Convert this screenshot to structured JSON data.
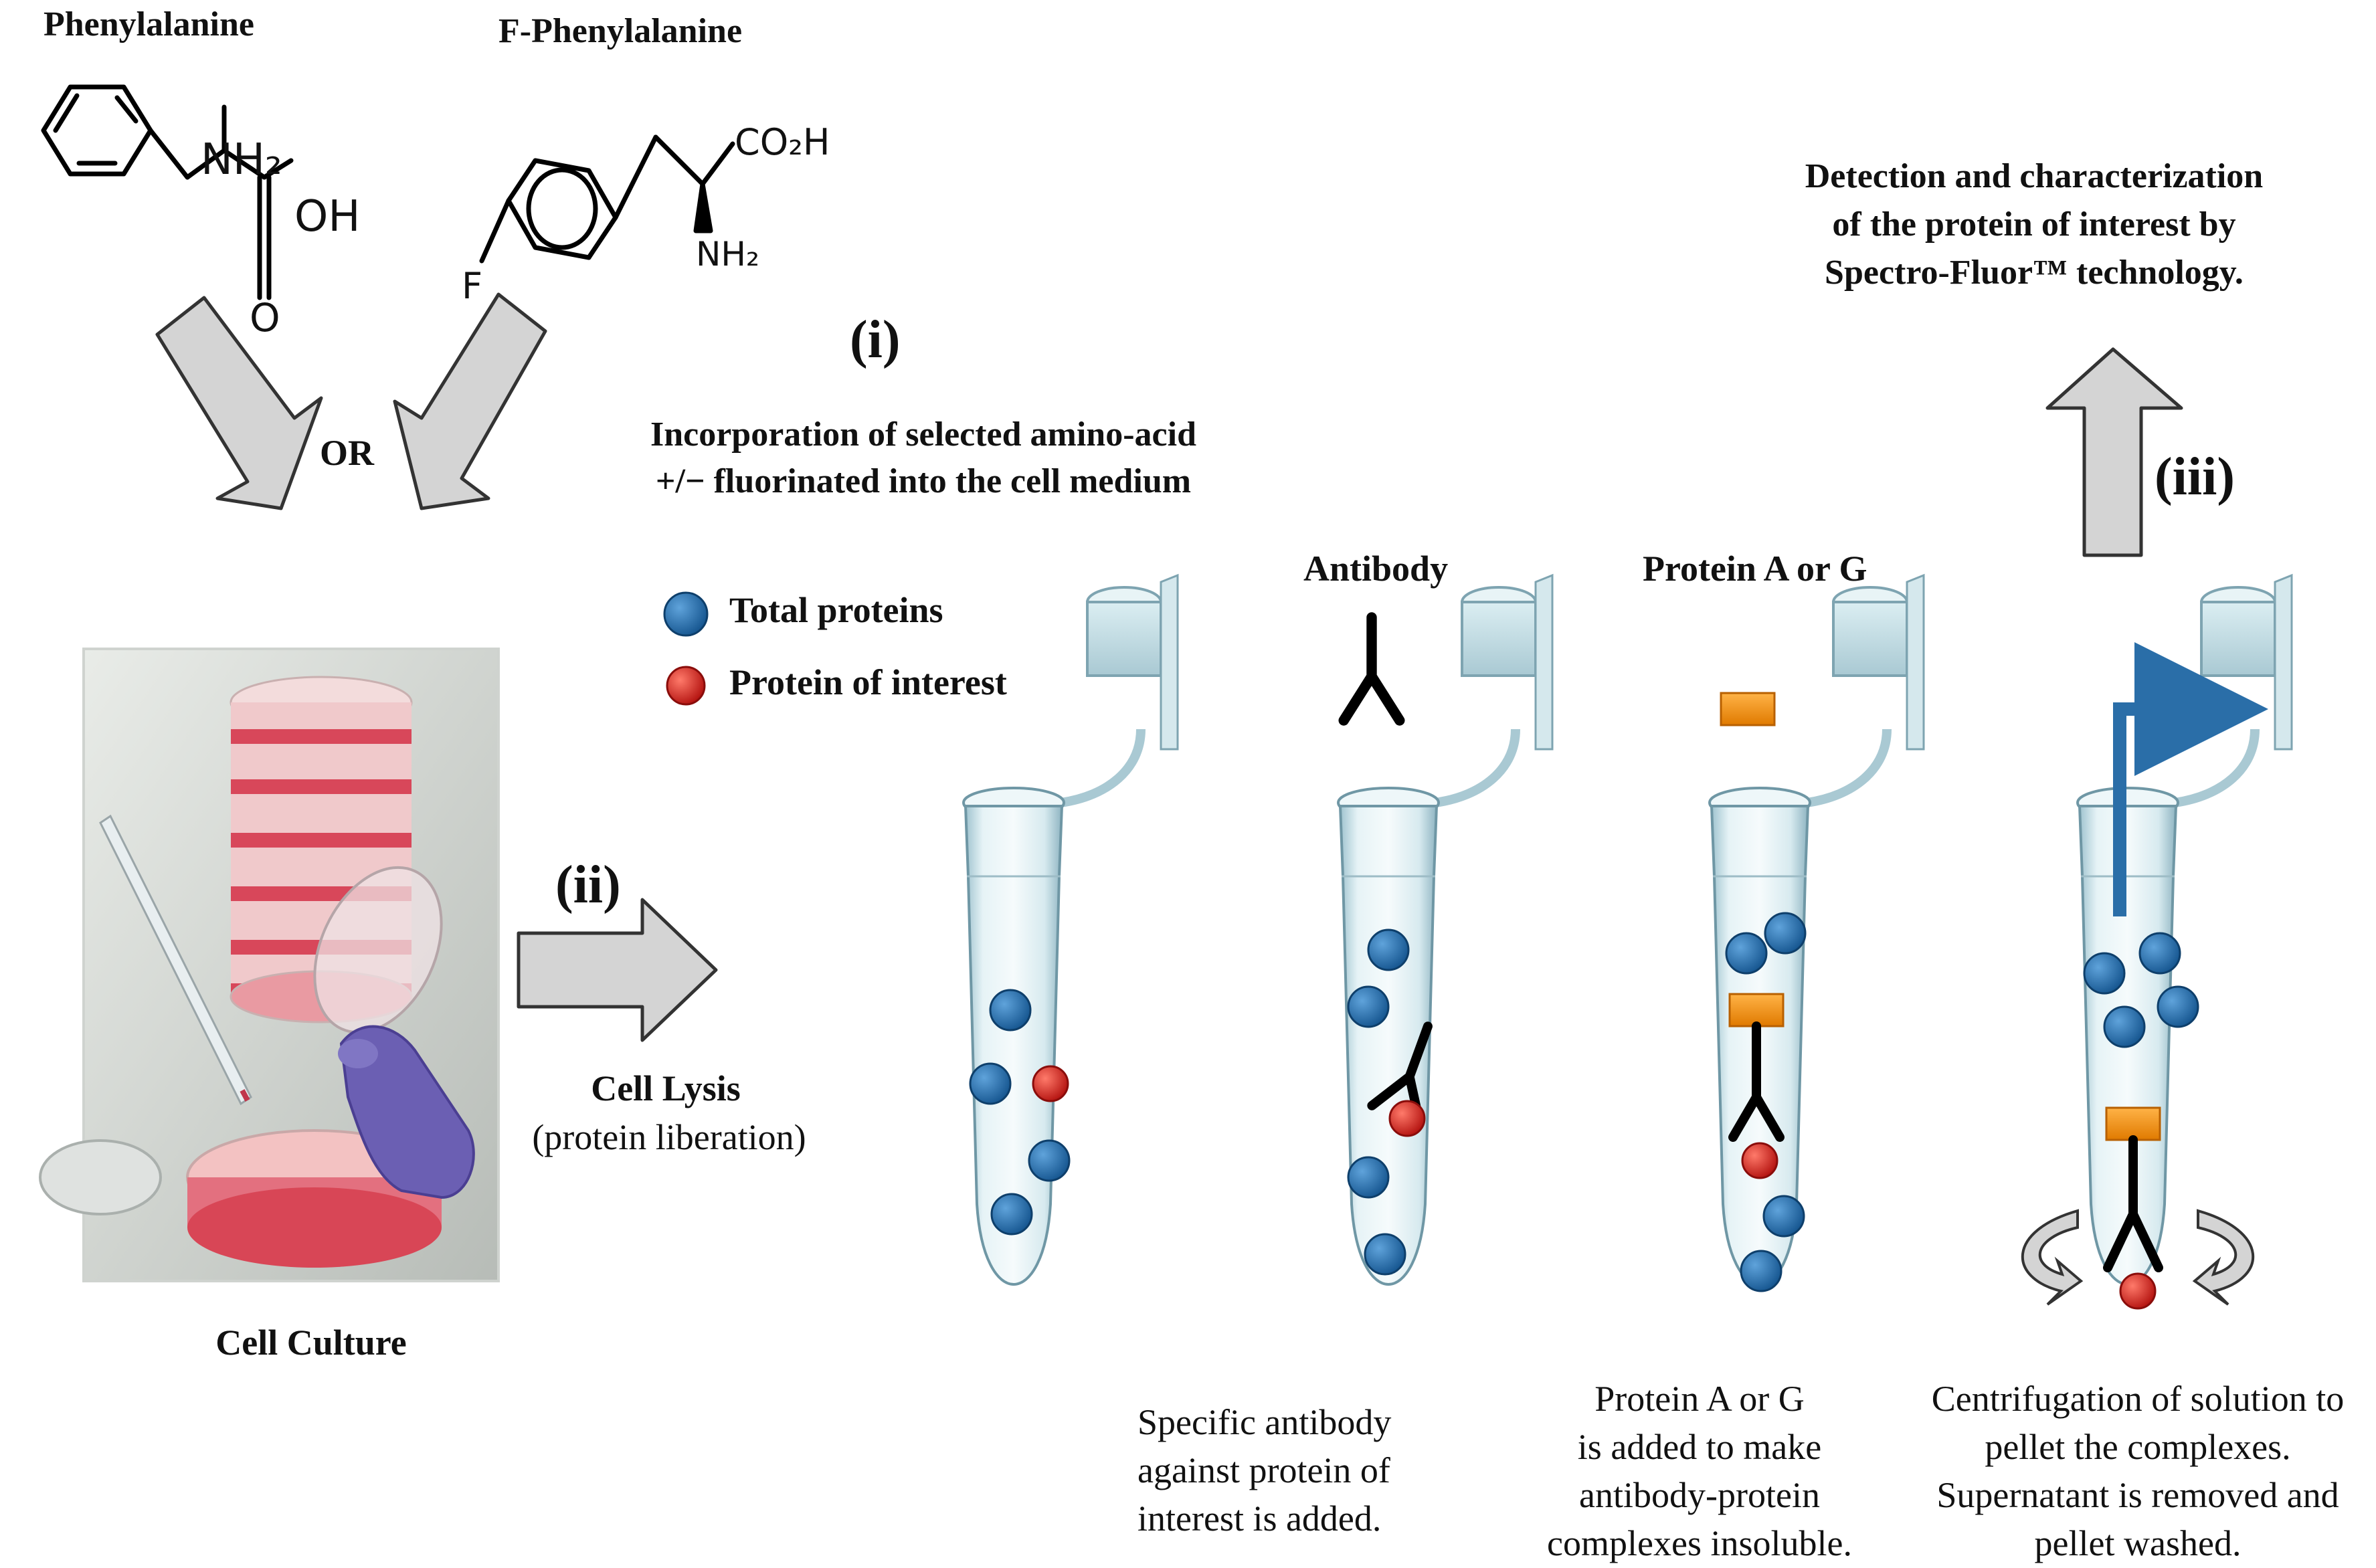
{
  "molecules": {
    "phe": {
      "title": "Phenylalanine",
      "amine": "NH₂",
      "hydroxyl": "OH",
      "oxygen": "O"
    },
    "fphe": {
      "title": "F-Phenylalanine",
      "carboxyl": "CO₂H",
      "amine": "NH₂",
      "fluorine": "F"
    }
  },
  "or_label": "OR",
  "step_i": {
    "label": "(i)",
    "desc_lines": [
      "Incorporation of selected amino-acid",
      "+/− fluorinated into the cell medium"
    ]
  },
  "step_ii": {
    "label": "(ii)",
    "title": "Cell Lysis",
    "subtitle": "(protein liberation)"
  },
  "step_iii": {
    "label": "(iii)"
  },
  "detection_lines": [
    "Detection and characterization",
    "of the protein of interest by",
    "Spectro-Fluor™ technology."
  ],
  "cell_culture_label": "Cell Culture",
  "legend": [
    {
      "label": "Total proteins",
      "color": "#1f6fb2"
    },
    {
      "label": "Protein of interest",
      "color": "#d62020"
    }
  ],
  "reagents": {
    "antibody": "Antibody",
    "protein_ag": "Protein A or G"
  },
  "captions": {
    "tube2": [
      "Specific antibody",
      "against protein of",
      "interest is added."
    ],
    "tube3": [
      "Protein A or G",
      "is added to make",
      "antibody-protein",
      "complexes insoluble."
    ],
    "tube4": [
      "Centrifugation of solution to",
      "pellet the complexes.",
      "Supernatant  is removed and",
      "pellet washed."
    ]
  },
  "colors": {
    "blue_protein": "#1f6fb2",
    "red_protein": "#d62020",
    "orange_block": "#f08a12",
    "arrow_gray": "#d4d4d4",
    "flow_arrow": "#2a6ea8"
  }
}
